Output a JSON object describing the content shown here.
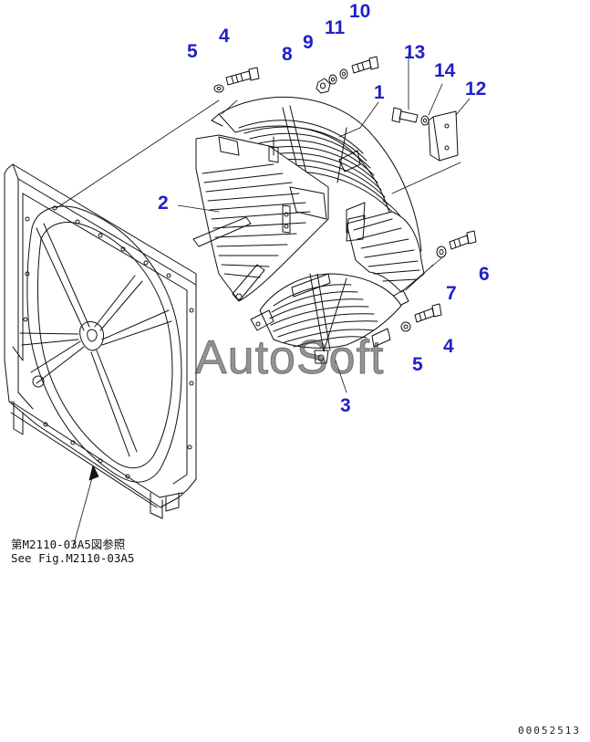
{
  "callouts": {
    "c1": "1",
    "c2": "2",
    "c3": "3",
    "c4a": "4",
    "c4b": "4",
    "c5a": "5",
    "c5b": "5",
    "c6": "6",
    "c7": "7",
    "c8": "8",
    "c9": "9",
    "c10": "10",
    "c11": "11",
    "c12": "12",
    "c13": "13",
    "c14": "14"
  },
  "reference": {
    "jp": "第M2110-03A5図参照",
    "en": "See Fig.M2110-03A5"
  },
  "watermark": "AutoSoft",
  "drawing_number": "00052513",
  "colors": {
    "callout": "#1f22c8",
    "line": "#111111",
    "background": "#ffffff"
  }
}
